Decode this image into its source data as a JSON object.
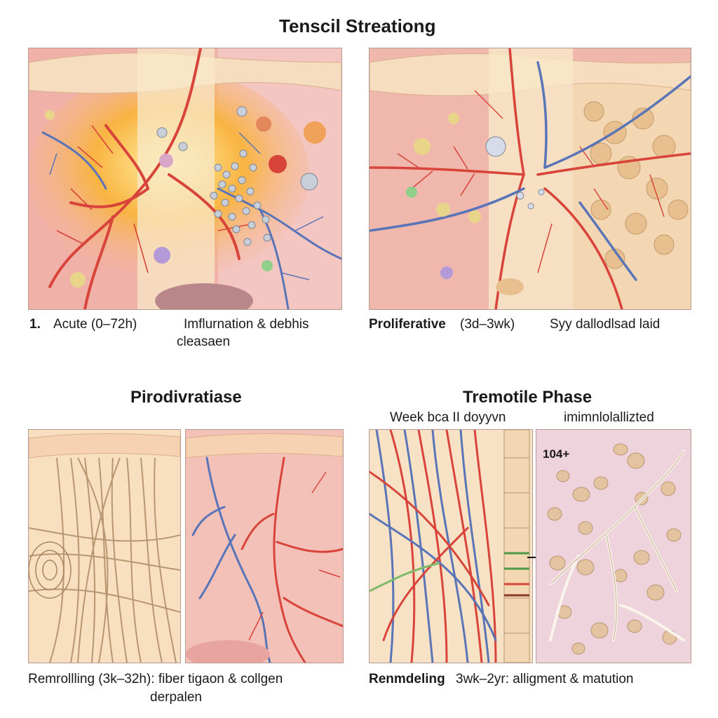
{
  "top_title": "Tenscil Streationg",
  "panel1": {
    "number": "1.",
    "label": "Acute (0–72h)",
    "note_line1": "Imflurnation & debhis",
    "note_line2": "cleasaen"
  },
  "panel2": {
    "label": "Proliferative",
    "range": "(3d–3wk)",
    "note": "Syy dallodlsad laid"
  },
  "mid_left_title": "Pirodivratiase",
  "mid_right_title": "Tremotile Phase",
  "panel4": {
    "sub_left": "Week bca II doyyvn",
    "sub_right": "imimnlolallizted",
    "badge": "104+"
  },
  "bottom_left": {
    "line1": "Remrollling (3k–32h): fiber tigaon & collgen",
    "line2": "derpalen"
  },
  "bottom_right": {
    "label": "Renmdeling",
    "rest": "3wk–2yr:  alligment & matution"
  },
  "colors": {
    "skin": "#f7ddc0",
    "tissue": "#f2b7ad",
    "artery": "#d8443a",
    "vein": "#5a74b8",
    "inflammation": "#f7a63a",
    "collagen": "#c7a880",
    "matrix": "#efd4dd"
  }
}
